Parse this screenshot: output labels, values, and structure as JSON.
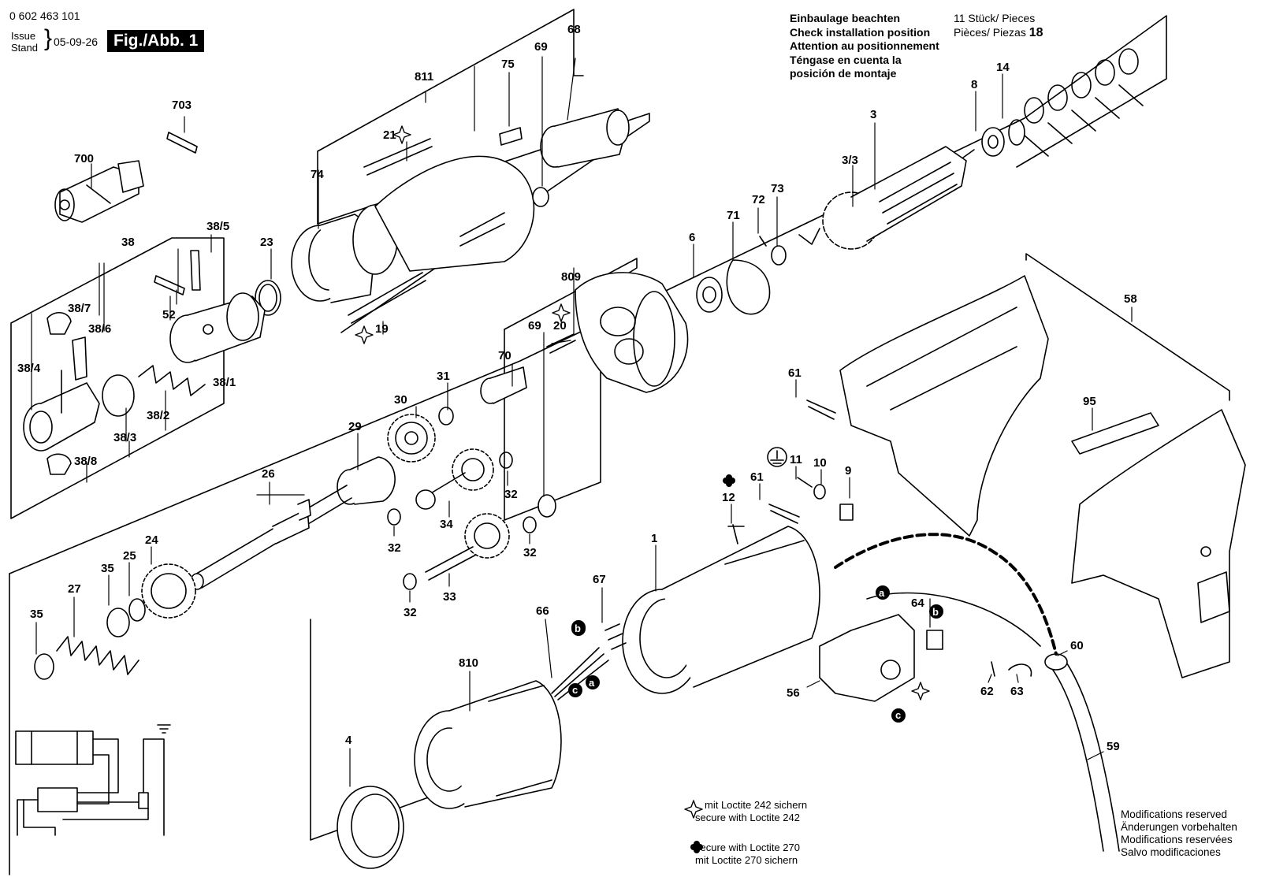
{
  "header": {
    "part_number": "0 602 463 101",
    "issue_label": "Issue",
    "stand_label": "Stand",
    "brace": "}",
    "date": "05-09-26",
    "figure": "Fig./Abb. 1"
  },
  "installation_note": [
    "Einbaulage beachten",
    "Check installation position",
    "Attention au positionnement",
    "Téngase en cuenta la",
    "posición de montaje"
  ],
  "pieces_note": {
    "line1": "11 Stück/ Pieces",
    "line2": "Pièces/ Piezas",
    "ref": "18"
  },
  "legend": {
    "loctite_242_de": "mit Loctite 242 sichern",
    "loctite_242_en": "secure with Loctite 242",
    "loctite_270_en": "secure with Loctite 270",
    "loctite_270_de": "mit Loctite 270 sichern"
  },
  "modifications": [
    "Modifications reserved",
    "Änderungen vorbehalten",
    "Modifications reservées",
    "Salvo modificaciones"
  ],
  "part_labels": [
    {
      "id": "lbl-700",
      "text": "700"
    },
    {
      "id": "lbl-703",
      "text": "703"
    },
    {
      "id": "lbl-811",
      "text": "811"
    },
    {
      "id": "lbl-75",
      "text": "75"
    },
    {
      "id": "lbl-69a",
      "text": "69"
    },
    {
      "id": "lbl-68",
      "text": "68"
    },
    {
      "id": "lbl-21",
      "text": "21"
    },
    {
      "id": "lbl-74",
      "text": "74"
    },
    {
      "id": "lbl-38",
      "text": "38"
    },
    {
      "id": "lbl-38-5",
      "text": "38/5"
    },
    {
      "id": "lbl-23",
      "text": "23"
    },
    {
      "id": "lbl-52",
      "text": "52"
    },
    {
      "id": "lbl-38-7",
      "text": "38/7"
    },
    {
      "id": "lbl-38-6",
      "text": "38/6"
    },
    {
      "id": "lbl-38-4",
      "text": "38/4"
    },
    {
      "id": "lbl-38-1",
      "text": "38/1"
    },
    {
      "id": "lbl-38-2",
      "text": "38/2"
    },
    {
      "id": "lbl-38-3",
      "text": "38/3"
    },
    {
      "id": "lbl-38-8",
      "text": "38/8"
    },
    {
      "id": "lbl-19",
      "text": "19"
    },
    {
      "id": "lbl-809",
      "text": "809"
    },
    {
      "id": "lbl-20",
      "text": "20"
    },
    {
      "id": "lbl-69b",
      "text": "69"
    },
    {
      "id": "lbl-70",
      "text": "70"
    },
    {
      "id": "lbl-30",
      "text": "30"
    },
    {
      "id": "lbl-31",
      "text": "31"
    },
    {
      "id": "lbl-29",
      "text": "29"
    },
    {
      "id": "lbl-32a",
      "text": "32"
    },
    {
      "id": "lbl-26",
      "text": "26"
    },
    {
      "id": "lbl-34",
      "text": "34"
    },
    {
      "id": "lbl-32b",
      "text": "32"
    },
    {
      "id": "lbl-32c",
      "text": "32"
    },
    {
      "id": "lbl-24",
      "text": "24"
    },
    {
      "id": "lbl-25",
      "text": "25"
    },
    {
      "id": "lbl-35a",
      "text": "35"
    },
    {
      "id": "lbl-27",
      "text": "27"
    },
    {
      "id": "lbl-35b",
      "text": "35"
    },
    {
      "id": "lbl-33",
      "text": "33"
    },
    {
      "id": "lbl-32d",
      "text": "32"
    },
    {
      "id": "lbl-3",
      "text": "3"
    },
    {
      "id": "lbl-3-3",
      "text": "3/3"
    },
    {
      "id": "lbl-8",
      "text": "8"
    },
    {
      "id": "lbl-14",
      "text": "14"
    },
    {
      "id": "lbl-72",
      "text": "72"
    },
    {
      "id": "lbl-73",
      "text": "73"
    },
    {
      "id": "lbl-71",
      "text": "71"
    },
    {
      "id": "lbl-6",
      "text": "6"
    },
    {
      "id": "lbl-58",
      "text": "58"
    },
    {
      "id": "lbl-61a",
      "text": "61"
    },
    {
      "id": "lbl-95",
      "text": "95"
    },
    {
      "id": "lbl-11",
      "text": "11"
    },
    {
      "id": "lbl-10",
      "text": "10"
    },
    {
      "id": "lbl-9",
      "text": "9"
    },
    {
      "id": "lbl-12",
      "text": "12"
    },
    {
      "id": "lbl-61b",
      "text": "61"
    },
    {
      "id": "lbl-1",
      "text": "1"
    },
    {
      "id": "lbl-67",
      "text": "67"
    },
    {
      "id": "lbl-66",
      "text": "66"
    },
    {
      "id": "lbl-810",
      "text": "810"
    },
    {
      "id": "lbl-4",
      "text": "4"
    },
    {
      "id": "lbl-64",
      "text": "64"
    },
    {
      "id": "lbl-60",
      "text": "60"
    },
    {
      "id": "lbl-56",
      "text": "56"
    },
    {
      "id": "lbl-62",
      "text": "62"
    },
    {
      "id": "lbl-63",
      "text": "63"
    },
    {
      "id": "lbl-59",
      "text": "59"
    }
  ],
  "wire_markers": [
    {
      "id": "m-a1",
      "text": "a"
    },
    {
      "id": "m-b1",
      "text": "b"
    },
    {
      "id": "m-c1",
      "text": "c"
    },
    {
      "id": "m-a2",
      "text": "a"
    },
    {
      "id": "m-b2",
      "text": "b"
    },
    {
      "id": "m-c2",
      "text": "c"
    }
  ]
}
